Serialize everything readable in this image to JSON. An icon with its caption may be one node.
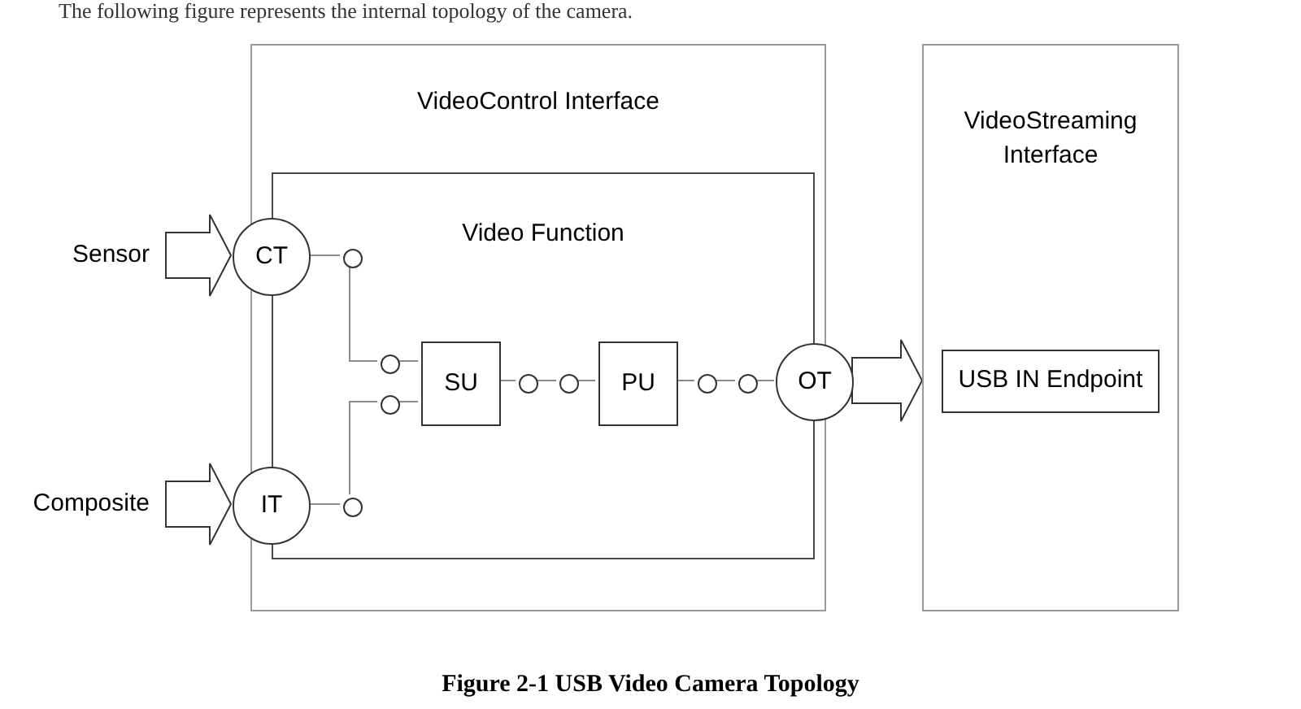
{
  "diagram": {
    "caption": "Figure 2-1 USB Video Camera Topology",
    "nodes": [
      {
        "text": [
          "VideoControl Interface"
        ]
      },
      {
        "text": [
          "Video Function"
        ],
        "in": 0
      },
      {
        "text": [
          "CT"
        ],
        "in": 0
      },
      {
        "text": [
          "IT"
        ],
        "in": 0
      },
      {
        "text": [
          "SU"
        ],
        "in": 1
      },
      {
        "text": [
          "PU"
        ],
        "in": 1
      },
      {
        "text": [
          "OT"
        ],
        "in": 0
      },
      {
        "text": [
          "VideoStreaming Interface"
        ]
      },
      {
        "text": [
          "USB IN Endpoint"
        ],
        "in": 7
      },
      {
        "text": [
          "Sensor"
        ]
      },
      {
        "text": [
          "Composite"
        ]
      },
      {
        "text": [],
        "shape": "circle",
        "in": 1
      },
      {
        "text": [],
        "shape": "circle",
        "in": 1
      },
      {
        "text": [],
        "shape": "circle",
        "in": 1
      },
      {
        "text": [],
        "shape": "circle",
        "in": 1
      },
      {
        "text": [],
        "shape": "circle",
        "in": 1
      },
      {
        "text": [],
        "shape": "circle",
        "in": 1
      },
      {
        "text": [],
        "shape": "circle",
        "in": 1
      },
      {
        "text": [],
        "shape": "circle",
        "in": 1
      }
    ],
    "edges": [
      {
        "from": 9,
        "to": 2,
        "arrow": "to"
      },
      {
        "from": 10,
        "to": 3,
        "arrow": "to"
      },
      {
        "from": 2,
        "to": 11,
        "arrow": "none"
      },
      {
        "from": 11,
        "to": 12,
        "arrow": "none"
      },
      {
        "from": 3,
        "to": 14,
        "arrow": "none"
      },
      {
        "from": 14,
        "to": 13,
        "arrow": "none"
      },
      {
        "from": 12,
        "to": 4,
        "arrow": "none"
      },
      {
        "from": 13,
        "to": 4,
        "arrow": "none"
      },
      {
        "from": 4,
        "to": 15,
        "arrow": "none"
      },
      {
        "from": 15,
        "to": 16,
        "arrow": "none"
      },
      {
        "from": 16,
        "to": 5,
        "arrow": "none"
      },
      {
        "from": 5,
        "to": 17,
        "arrow": "none"
      },
      {
        "from": 17,
        "to": 18,
        "arrow": "none"
      },
      {
        "from": 18,
        "to": 6,
        "arrow": "none"
      },
      {
        "from": 6,
        "to": 7,
        "arrow": "to"
      }
    ],
    "labels": [
      "The following figure represents the internal topology of the camera."
    ]
  }
}
